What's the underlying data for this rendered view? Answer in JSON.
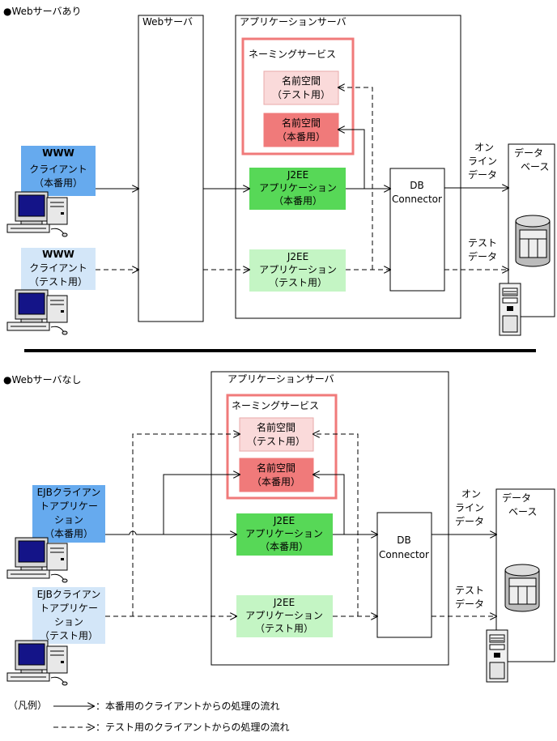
{
  "section1": {
    "heading": "●Webサーバあり",
    "web_server": "Webサーバ",
    "app_server": "アプリケーションサーバ",
    "naming_service": "ネーミングサービス",
    "ns_test": [
      "名前空間",
      "（テスト用）"
    ],
    "ns_prod": [
      "名前空間",
      "（本番用）"
    ],
    "client_prod": [
      "WWW",
      "クライアント",
      "（本番用）"
    ],
    "client_test": [
      "WWW",
      "クライアント",
      "（テスト用）"
    ],
    "j2ee_prod": [
      "J2EE",
      "アプリケーション",
      "（本番用）"
    ],
    "j2ee_test": [
      "J2EE",
      "アプリケーション",
      "（テスト用）"
    ],
    "db_connector": [
      "DB",
      "Connector"
    ],
    "database": [
      "データ",
      "ベース"
    ],
    "online_data": [
      "オン",
      "ライン",
      "データ"
    ],
    "test_data": [
      "テスト",
      "データ"
    ]
  },
  "section2": {
    "heading": "●Webサーバなし",
    "app_server": "アプリケーションサーバ",
    "naming_service": "ネーミングサービス",
    "ns_test": [
      "名前空間",
      "（テスト用）"
    ],
    "ns_prod": [
      "名前空間",
      "（本番用）"
    ],
    "client_prod": [
      "EJBクライアン",
      "トアプリケー",
      "ション",
      "（本番用）"
    ],
    "client_test": [
      "EJBクライアン",
      "トアプリケー",
      "ション",
      "（テスト用）"
    ],
    "j2ee_prod": [
      "J2EE",
      "アプリケーション",
      "（本番用）"
    ],
    "j2ee_test": [
      "J2EE",
      "アプリケーション",
      "（テスト用）"
    ],
    "db_connector": [
      "DB",
      "Connector"
    ],
    "database": [
      "データ",
      "ベース"
    ],
    "online_data": [
      "オン",
      "ライン",
      "データ"
    ],
    "test_data": [
      "テスト",
      "データ"
    ]
  },
  "legend": {
    "title": "（凡例）",
    "solid": "：本番用のクライアントからの処理の流れ",
    "dashed": "：テスト用のクライアントからの処理の流れ"
  },
  "colors": {
    "client_prod_fill": "#66aaee",
    "client_test_fill": "#d3e6f8",
    "ns_border": "#f07a7a",
    "ns_prod_fill": "#f07a7a",
    "ns_test_fill": "#fadada",
    "j2ee_prod_fill": "#57d857",
    "j2ee_test_fill": "#c4f5c4"
  }
}
